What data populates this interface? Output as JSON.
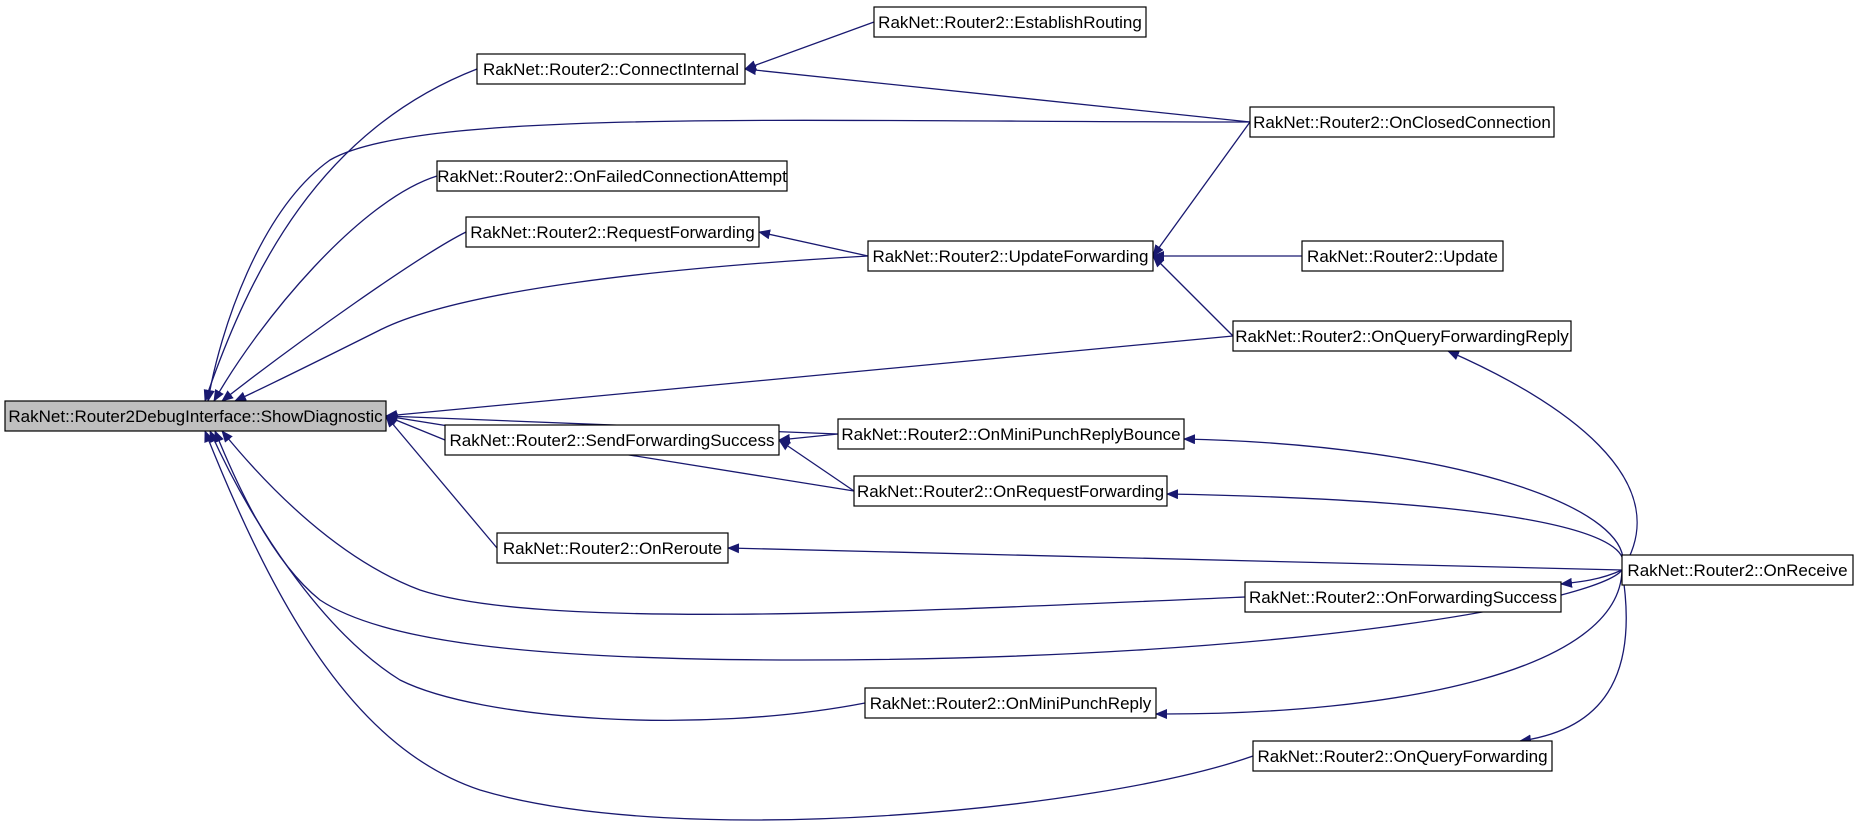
{
  "nodes": [
    {
      "id": "root",
      "label": "RakNet::Router2DebugInterface::ShowDiagnostic",
      "root": true
    },
    {
      "id": "connectInternal",
      "label": "RakNet::Router2::ConnectInternal"
    },
    {
      "id": "establishRouting",
      "label": "RakNet::Router2::EstablishRouting"
    },
    {
      "id": "onClosedConnection",
      "label": "RakNet::Router2::OnClosedConnection"
    },
    {
      "id": "onFailedConnectionAttempt",
      "label": "RakNet::Router2::OnFailedConnectionAttempt"
    },
    {
      "id": "requestForwarding",
      "label": "RakNet::Router2::RequestForwarding"
    },
    {
      "id": "updateForwarding",
      "label": "RakNet::Router2::UpdateForwarding"
    },
    {
      "id": "update",
      "label": "RakNet::Router2::Update"
    },
    {
      "id": "onQueryForwardingReply",
      "label": "RakNet::Router2::OnQueryForwardingReply"
    },
    {
      "id": "sendForwardingSuccess",
      "label": "RakNet::Router2::SendForwardingSuccess"
    },
    {
      "id": "onMiniPunchReplyBounce",
      "label": "RakNet::Router2::OnMiniPunchReplyBounce"
    },
    {
      "id": "onRequestForwarding",
      "label": "RakNet::Router2::OnRequestForwarding"
    },
    {
      "id": "onReroute",
      "label": "RakNet::Router2::OnReroute"
    },
    {
      "id": "onReceive",
      "label": "RakNet::Router2::OnReceive"
    },
    {
      "id": "onForwardingSuccess",
      "label": "RakNet::Router2::OnForwardingSuccess"
    },
    {
      "id": "onMiniPunchReply",
      "label": "RakNet::Router2::OnMiniPunchReply"
    },
    {
      "id": "onQueryForwarding",
      "label": "RakNet::Router2::OnQueryForwarding"
    }
  ],
  "edges": [
    {
      "from": "connectInternal",
      "to": "root"
    },
    {
      "from": "establishRouting",
      "to": "connectInternal"
    },
    {
      "from": "onClosedConnection",
      "to": "connectInternal"
    },
    {
      "from": "onClosedConnection",
      "to": "root"
    },
    {
      "from": "onFailedConnectionAttempt",
      "to": "root"
    },
    {
      "from": "requestForwarding",
      "to": "root"
    },
    {
      "from": "updateForwarding",
      "to": "requestForwarding"
    },
    {
      "from": "updateForwarding",
      "to": "root"
    },
    {
      "from": "onClosedConnection",
      "to": "updateForwarding"
    },
    {
      "from": "update",
      "to": "updateForwarding"
    },
    {
      "from": "onQueryForwardingReply",
      "to": "updateForwarding"
    },
    {
      "from": "onQueryForwardingReply",
      "to": "root"
    },
    {
      "from": "onMiniPunchReplyBounce",
      "to": "root"
    },
    {
      "from": "sendForwardingSuccess",
      "to": "root"
    },
    {
      "from": "onMiniPunchReplyBounce",
      "to": "sendForwardingSuccess"
    },
    {
      "from": "onRequestForwarding",
      "to": "sendForwardingSuccess"
    },
    {
      "from": "onRequestForwarding",
      "to": "root"
    },
    {
      "from": "onReroute",
      "to": "root"
    },
    {
      "from": "onForwardingSuccess",
      "to": "root"
    },
    {
      "from": "onReceive",
      "to": "root"
    },
    {
      "from": "onMiniPunchReply",
      "to": "root"
    },
    {
      "from": "onQueryForwarding",
      "to": "root"
    },
    {
      "from": "onReceive",
      "to": "onQueryForwardingReply"
    },
    {
      "from": "onReceive",
      "to": "onMiniPunchReplyBounce"
    },
    {
      "from": "onReceive",
      "to": "onRequestForwarding"
    },
    {
      "from": "onReceive",
      "to": "onReroute"
    },
    {
      "from": "onReceive",
      "to": "onForwardingSuccess"
    },
    {
      "from": "onReceive",
      "to": "onMiniPunchReply"
    },
    {
      "from": "onReceive",
      "to": "onQueryForwarding"
    }
  ],
  "colors": {
    "edge": "#191970",
    "root_fill": "#bfbfbf",
    "node_fill": "#ffffff",
    "node_border": "#000000"
  }
}
